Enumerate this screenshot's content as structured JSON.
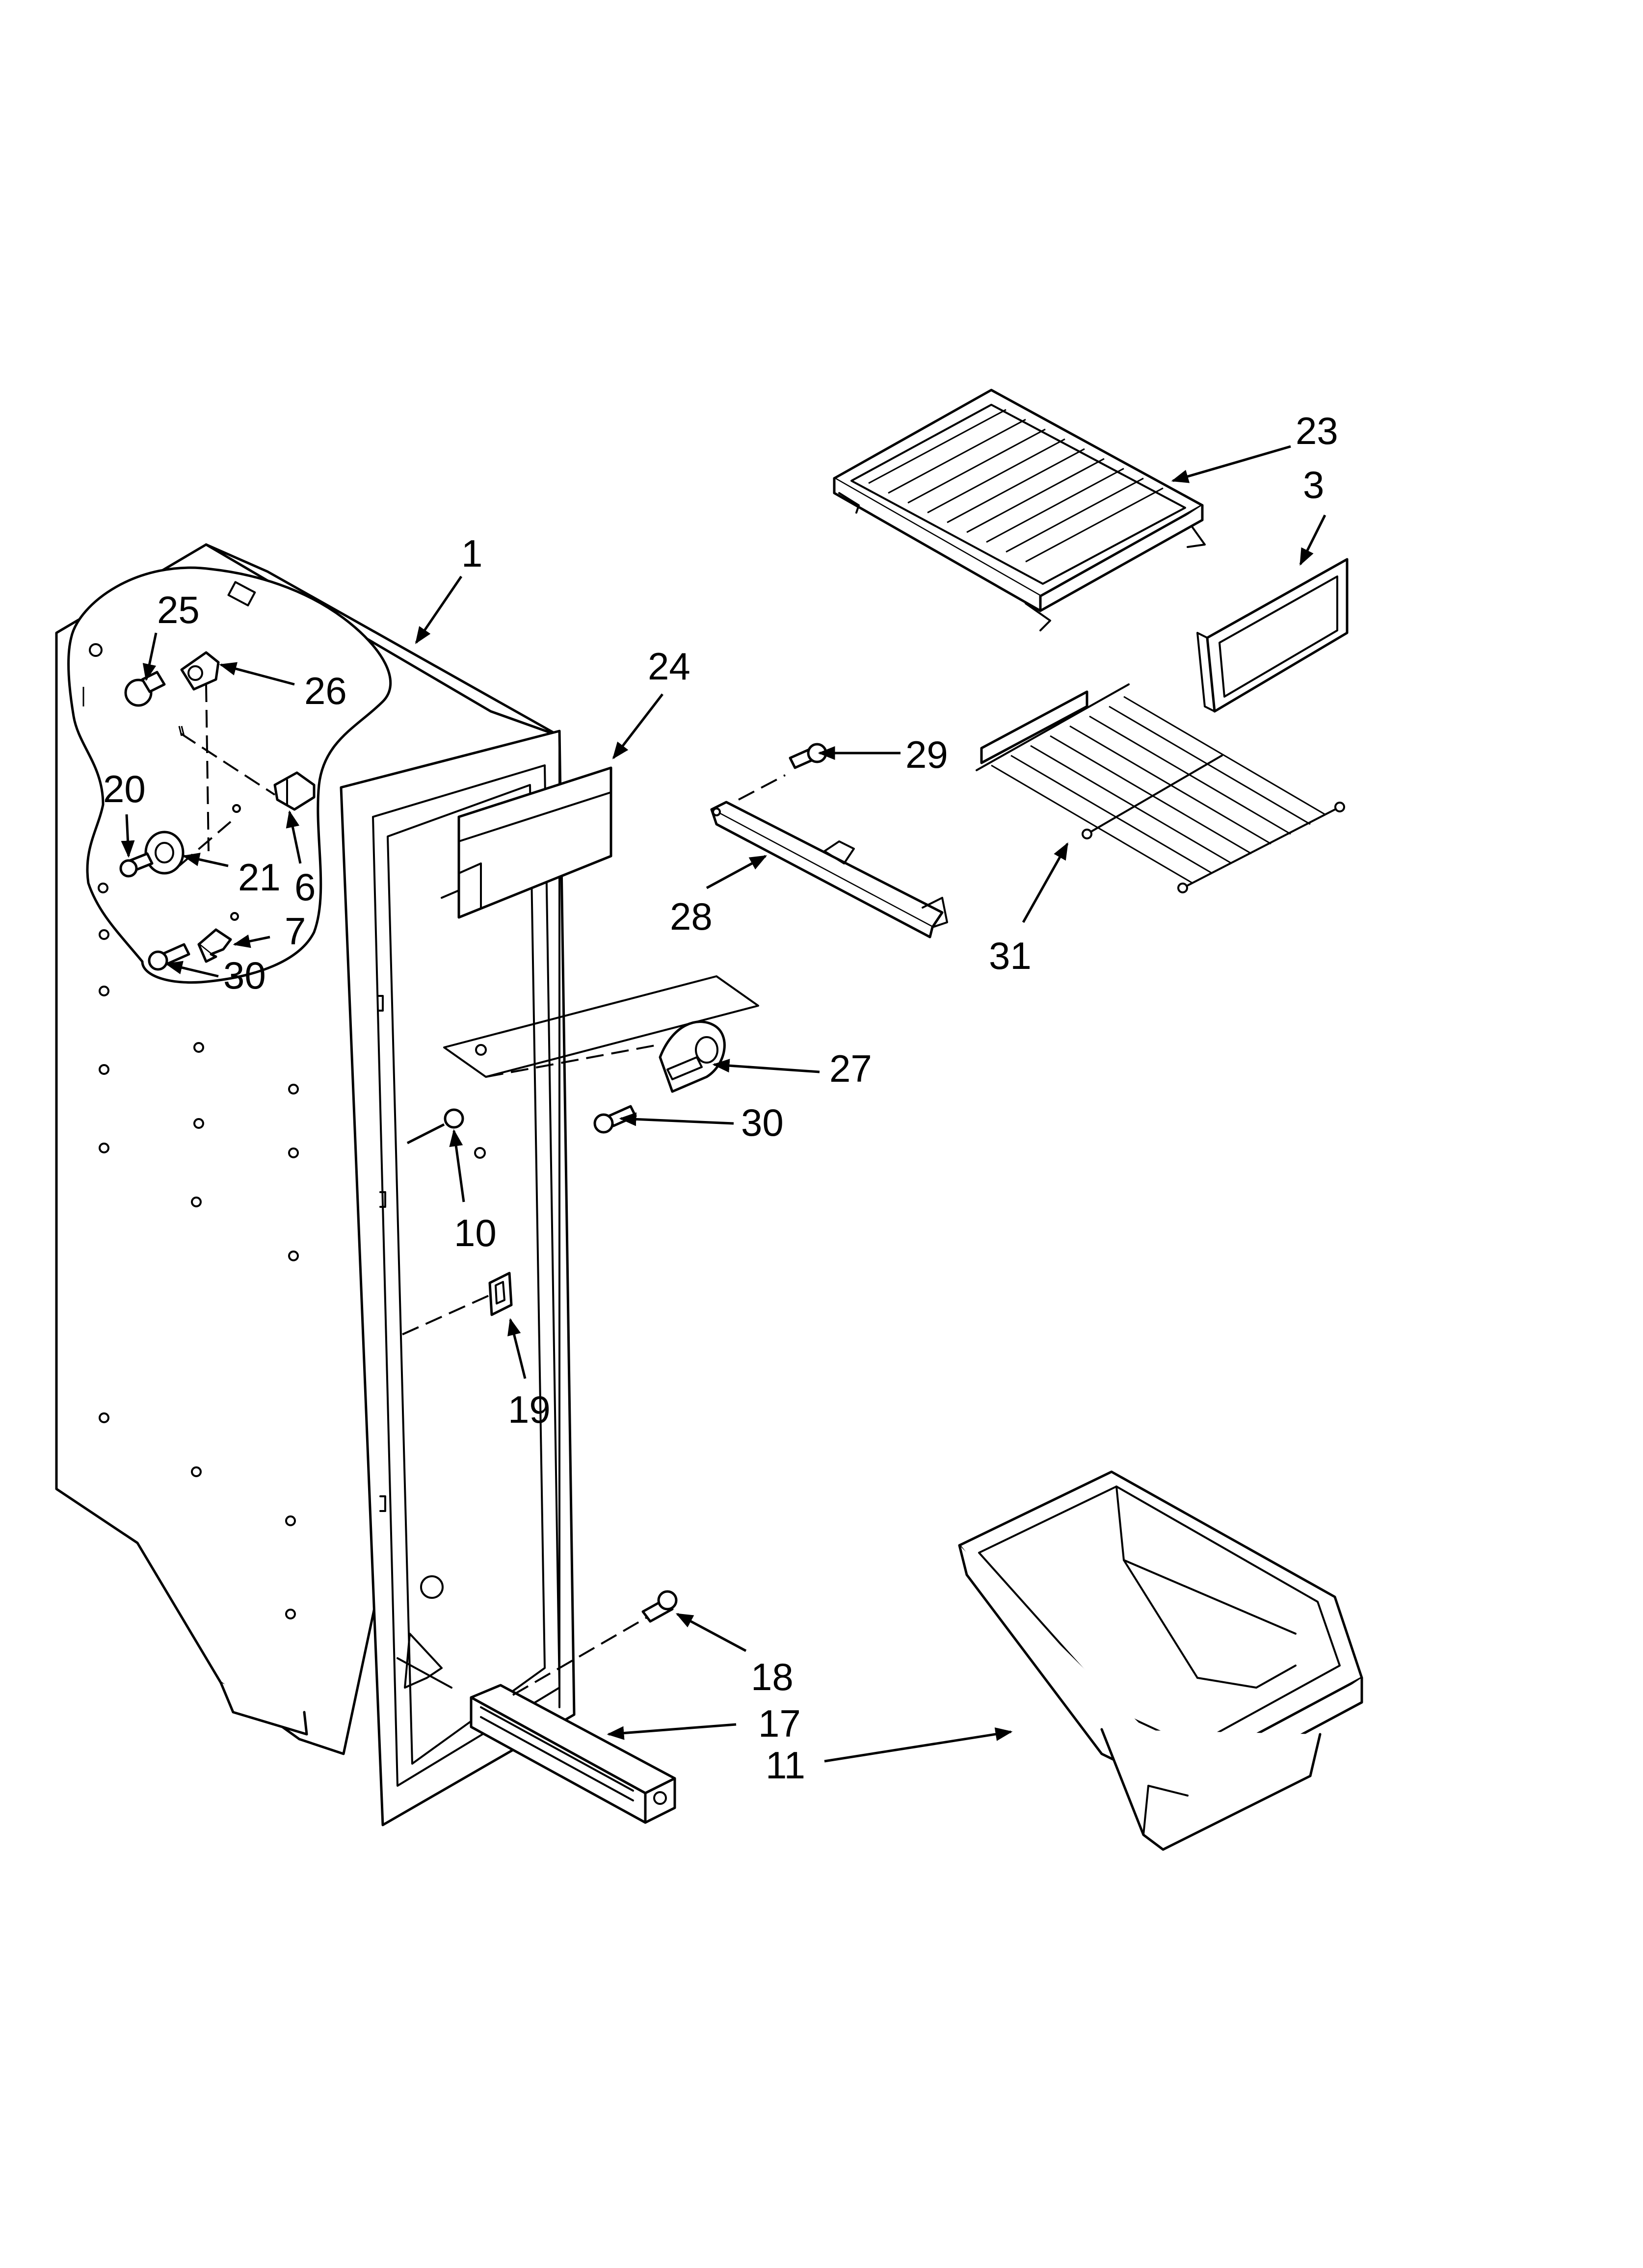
{
  "diagram": {
    "type": "exploded-parts-view",
    "callouts": [
      {
        "id": "1",
        "text": "1"
      },
      {
        "id": "3",
        "text": "3"
      },
      {
        "id": "6",
        "text": "6"
      },
      {
        "id": "7",
        "text": "7"
      },
      {
        "id": "10",
        "text": "10"
      },
      {
        "id": "11",
        "text": "11"
      },
      {
        "id": "17",
        "text": "17"
      },
      {
        "id": "18",
        "text": "18"
      },
      {
        "id": "19",
        "text": "19"
      },
      {
        "id": "20",
        "text": "20"
      },
      {
        "id": "21",
        "text": "21"
      },
      {
        "id": "23",
        "text": "23"
      },
      {
        "id": "24",
        "text": "24"
      },
      {
        "id": "25",
        "text": "25"
      },
      {
        "id": "26",
        "text": "26"
      },
      {
        "id": "27",
        "text": "27"
      },
      {
        "id": "28",
        "text": "28"
      },
      {
        "id": "29",
        "text": "29"
      },
      {
        "id": "30a",
        "text": "30"
      },
      {
        "id": "30b",
        "text": "30"
      },
      {
        "id": "31",
        "text": "31"
      }
    ]
  }
}
